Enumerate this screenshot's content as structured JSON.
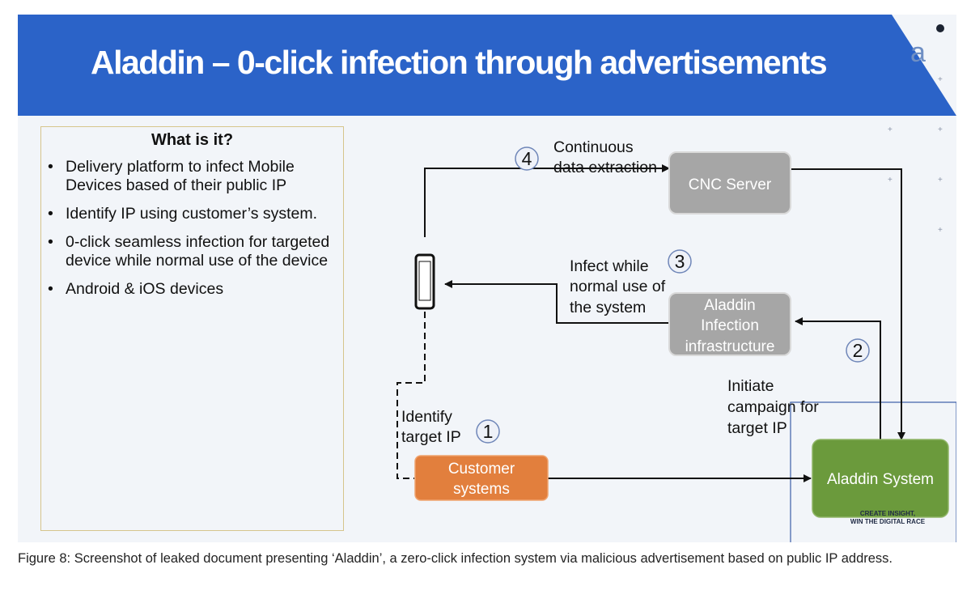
{
  "slide": {
    "title": "Aladdin – 0-click infection through advertisements",
    "banner_letter": "a",
    "colors": {
      "banner": "#2b63c8",
      "panel_border": "#d6c58c"
    }
  },
  "info_panel": {
    "heading": "What is it?",
    "bullets": [
      "Delivery platform to infect Mobile Devices based of their public IP",
      "Identify IP using customer’s system.",
      "0-click seamless infection for targeted device while normal use of the device",
      "Android & iOS devices"
    ]
  },
  "diagram": {
    "nodes": {
      "cnc": {
        "label": "CNC Server",
        "color": "#a6a6a6"
      },
      "infection": {
        "lines": [
          "Aladdin",
          "Infection",
          "infrastructure"
        ],
        "color": "#a6a6a6"
      },
      "customer": {
        "lines": [
          "Customer",
          "systems"
        ],
        "color": "#e27f3d"
      },
      "aladdin": {
        "label": "Aladdin System",
        "color": "#6b9a3c"
      }
    },
    "steps": [
      {
        "number": "1",
        "lines": [
          "Identify",
          "target IP"
        ]
      },
      {
        "number": "2",
        "lines": [
          "Initiate",
          "campaign for",
          "target IP"
        ]
      },
      {
        "number": "3",
        "lines": [
          "Infect while",
          "normal use of",
          "the system"
        ]
      },
      {
        "number": "4",
        "lines": [
          "Continuous",
          "data extraction"
        ]
      }
    ],
    "icons": {
      "phone": "mobile-phone-icon"
    },
    "footer_lines": [
      "CREATE INSIGHT,",
      "WIN THE DIGITAL RACE"
    ]
  },
  "caption": "Figure 8: Screenshot of leaked document presenting ‘Aladdin’, a zero-click infection system via malicious advertisement based on public IP address."
}
